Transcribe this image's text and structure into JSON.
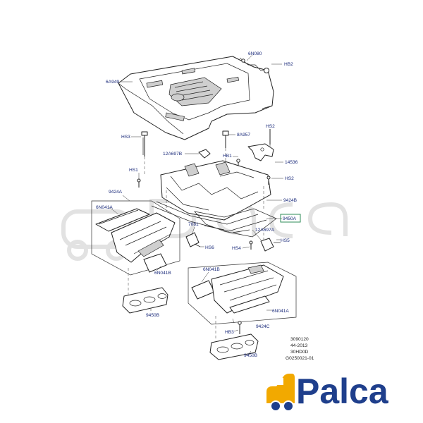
{
  "labels": {
    "l6a949": "6A949",
    "l6n080": "6N080",
    "lhb2": "HB2",
    "lhs3": "HS3",
    "l8a957": "8A957",
    "l12a697b": "12A697B",
    "lhb1": "HB1",
    "lhs2a": "HS2",
    "l14536": "14536",
    "lhs1": "HS1",
    "lhs2b": "HS2",
    "l9424a": "9424A",
    "l9424b": "9424B",
    "l6n041a": "6N041A",
    "l9450a": "9450A",
    "l7081": "7081",
    "l12a697a": "12A697A",
    "lhs6": "HS6",
    "lhs4": "HS4",
    "lhs5": "HS5",
    "l6n041b_left": "6N041B",
    "l6n041b_lower": "6N041B",
    "l6n041a_lower": "6N041A",
    "l9450b_left": "9450B",
    "l9424c": "9424C",
    "lhb3": "HB3",
    "l9450b_lower": "9450B"
  },
  "reference": {
    "line1": "3090120",
    "line2": "44-2013",
    "line3": "30HD0D",
    "line4": "G0250021-01"
  },
  "highlighted_part": "9450A",
  "logo": {
    "text": "Palca"
  },
  "colors": {
    "callout_text": "#1a2a7a",
    "line_art": "#222222",
    "highlight_box": "#2e8b57",
    "logo_blue": "#1f3f8c",
    "logo_orange": "#f2a900",
    "watermark": "#e2e2e2"
  }
}
